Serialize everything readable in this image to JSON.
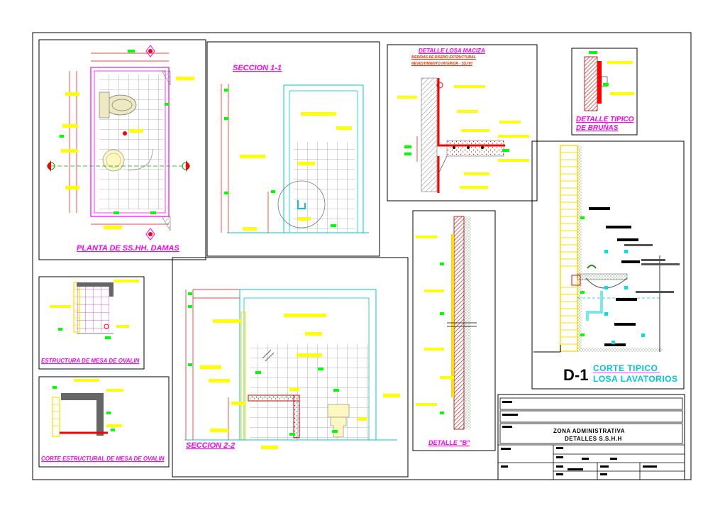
{
  "sheet": {
    "views": {
      "planta": {
        "title": "PLANTA DE SS.HH. DAMAS"
      },
      "seccion_1": {
        "title": "SECCION 1-1"
      },
      "seccion_2": {
        "title": "SECCION 2-2"
      },
      "detalle_losa": {
        "title": "DETALLE LOSA MACIZA",
        "subtitle_1": "MEDIDAS DE DISEÑO ESTRUCTURAL",
        "subtitle_2": "REVESTIMIENTO INTERIOR - SS.HH"
      },
      "bruñas": {
        "title_line1": "DETALLE TIPICO",
        "title_line2": "DE BRUÑAS"
      },
      "detalle_b": {
        "title": "DETALLE \"B\""
      },
      "estructura_ovalin": {
        "title": "ESTRUCTURA DE MESA DE OVALIN"
      },
      "corte_ovalin": {
        "title": "CORTE ESTRUCTURAL DE MESA DE OVALIN"
      },
      "d1": {
        "code": "D-1",
        "title_line1": "CORTE TIPICO",
        "title_line2": "LOSA LAVATORIOS"
      }
    },
    "title_block": {
      "project": "ZONA ADMINISTRATIVA",
      "sheet_name": "DETALLES  S.S.H.H"
    }
  },
  "colors": {
    "magenta": "#ff00ff",
    "red": "#ff0000",
    "yellow": "#ffff00",
    "green": "#00ff00",
    "cyan": "#00c8d8",
    "black": "#000000"
  }
}
